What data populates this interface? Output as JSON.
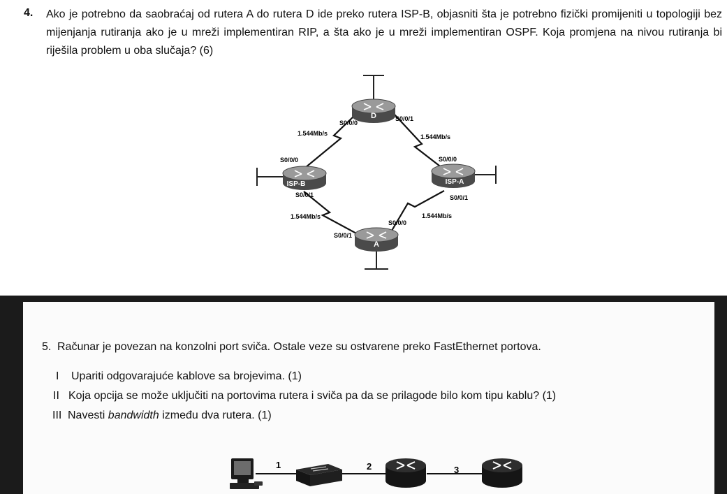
{
  "question4": {
    "number": "4.",
    "text": "Ako je potrebno da saobraćaj od rutera A do rutera D ide preko rutera ISP-B, objasniti šta je potrebno fizički promijeniti u topologiji bez mijenjanja rutiranja ako je u mreži implementiran RIP, a šta ako je u mreži implementiran OSPF. Koja promjena na nivou rutiranja bi riješila problem u oba slučaja? (6)"
  },
  "topology": {
    "routers": {
      "D": "D",
      "ISP_B": "ISP-B",
      "ISP_A": "ISP-A",
      "A": "A"
    },
    "interfaces": {
      "d_left": "S0/0/0",
      "d_right": "S0/0/1",
      "ispb_top": "S0/0/0",
      "ispb_bottom": "S0/0/1",
      "ispa_top": "S0/0/0",
      "ispa_bottom": "S0/0/1",
      "a_left": "S0/0/1",
      "a_right": "S0/0/0"
    },
    "link_speeds": {
      "d_ispb": "1.544Mb/s",
      "d_ispa": "1.544Mb/s",
      "ispb_a": "1.544Mb/s",
      "ispa_a": "1.544Mb/s"
    }
  },
  "question5": {
    "number": "5.",
    "text": "Računar je povezan na konzolni port sviča. Ostale veze su ostvarene preko FastEthernet portova.",
    "items": [
      {
        "roman": "I",
        "text": "Upariti odgovarajuće kablove sa brojevima. (1)"
      },
      {
        "roman": "II",
        "text": "Koja opcija se može uključiti na portovima rutera i sviča pa da se prilagode bilo kom tipu kablu? (1)"
      },
      {
        "roman": "III",
        "text_before": "Navesti ",
        "text_italic": "bandwidth",
        "text_after": " između dva rutera. (1)"
      }
    ]
  },
  "cable_diagram": {
    "labels": [
      "1",
      "2",
      "3"
    ]
  }
}
